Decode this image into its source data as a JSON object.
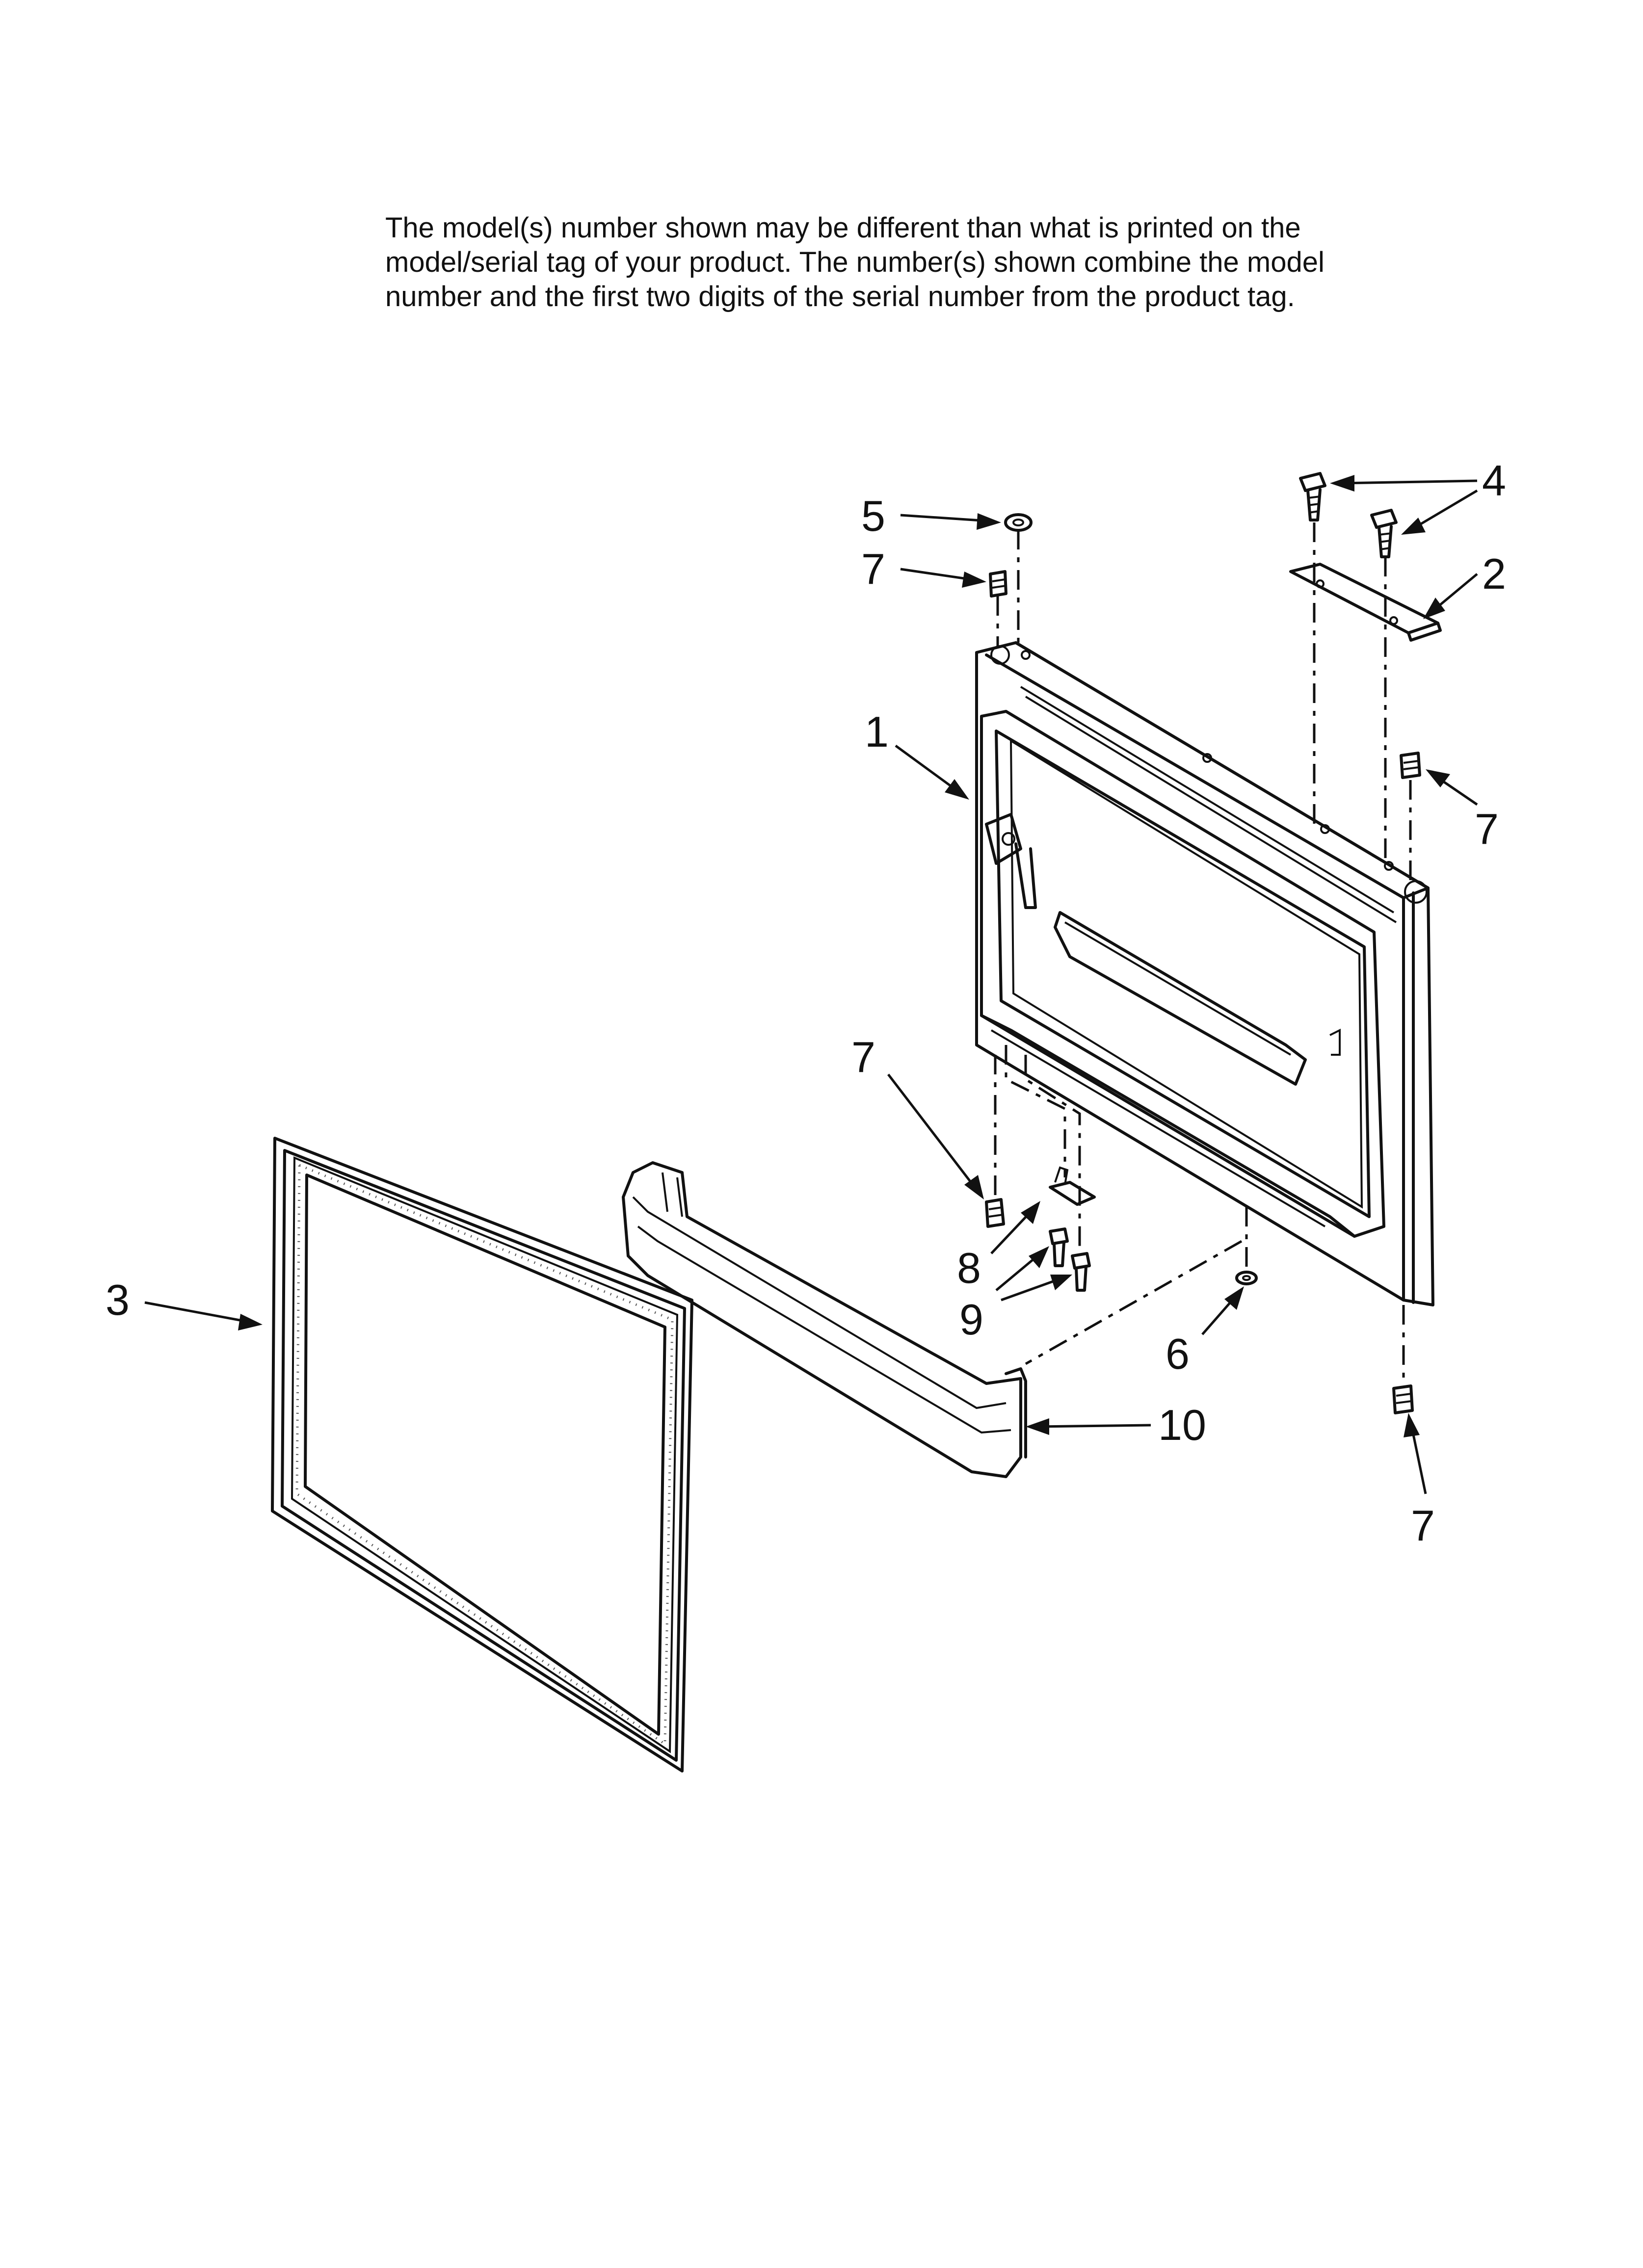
{
  "notice": {
    "line1": "The model(s) number shown may be different than what is printed on the",
    "line2": "model/serial tag of your product. The number(s) shown combine the model",
    "line3": "number and the first two digits of the serial number from the product tag."
  },
  "callouts": [
    {
      "id": "c4",
      "label": "4",
      "part": "hinge screw (upper)"
    },
    {
      "id": "c5",
      "label": "5",
      "part": "washer"
    },
    {
      "id": "c7a",
      "label": "7",
      "part": "hinge bushing (top left)"
    },
    {
      "id": "c2",
      "label": "2",
      "part": "hinge bracket"
    },
    {
      "id": "c1",
      "label": "1",
      "part": "freezer door"
    },
    {
      "id": "c7b",
      "label": "7",
      "part": "hinge bushing (top right)"
    },
    {
      "id": "c7c",
      "label": "7",
      "part": "hinge bushing (bottom left)"
    },
    {
      "id": "c8",
      "label": "8",
      "part": "bracket"
    },
    {
      "id": "c9",
      "label": "9",
      "part": "screws"
    },
    {
      "id": "c6",
      "label": "6",
      "part": "washer"
    },
    {
      "id": "c3",
      "label": "3",
      "part": "door gasket"
    },
    {
      "id": "c10",
      "label": "10",
      "part": "handle"
    },
    {
      "id": "c7d",
      "label": "7",
      "part": "hinge bushing (bottom right)"
    }
  ]
}
